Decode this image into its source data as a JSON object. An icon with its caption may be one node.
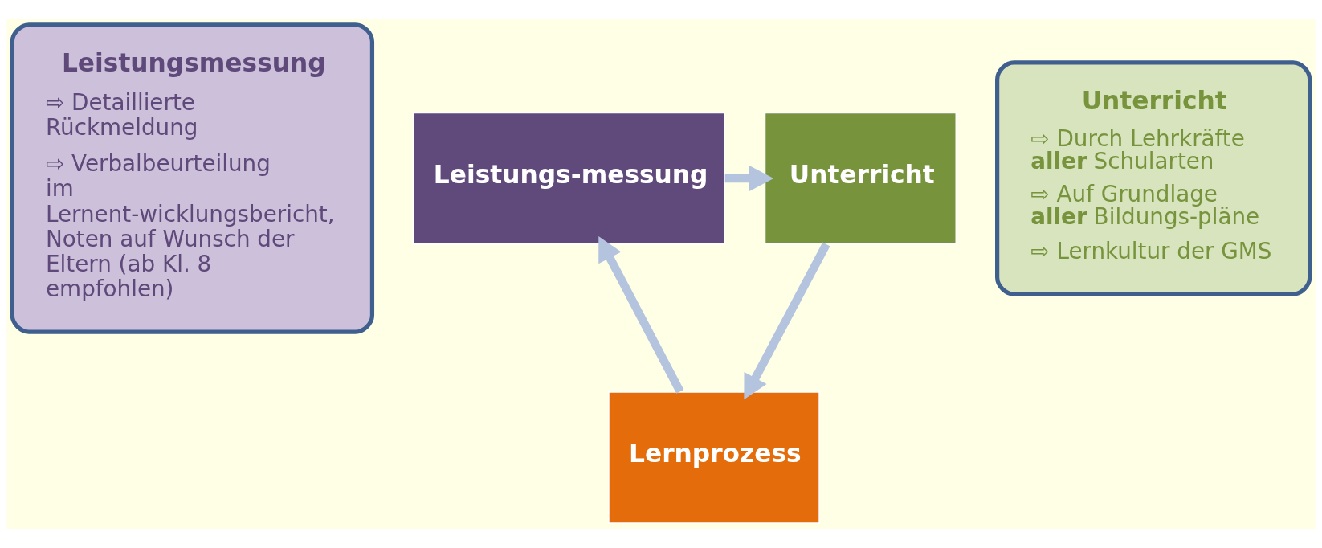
{
  "diagram": {
    "nodes": [
      {
        "text": [
          "Leistungsmessung",
          "⇨ Detaillierte Rückmeldung",
          "⇨ Verbalbeurteilung im Lernent-wicklungsbericht, Noten auf Wunsch der Eltern (ab Kl. 8 empfohlen)"
        ]
      },
      {
        "text": [
          "Leistungs-messung"
        ]
      },
      {
        "text": [
          "Unterricht"
        ]
      },
      {
        "text": [
          "Lernprozess"
        ]
      },
      {
        "text": [
          "Unterricht",
          "⇨ Durch Lehrkräfte **aller** Schularten",
          "⇨ Auf Grundlage **aller** Bildungs-pläne",
          "⇨ Lernkultur der GMS"
        ]
      }
    ],
    "edges": [
      {
        "from": 1,
        "to": 2,
        "arrow": "to"
      },
      {
        "from": 2,
        "to": 3,
        "arrow": "to"
      },
      {
        "from": 3,
        "to": 1,
        "arrow": "to"
      }
    ]
  }
}
